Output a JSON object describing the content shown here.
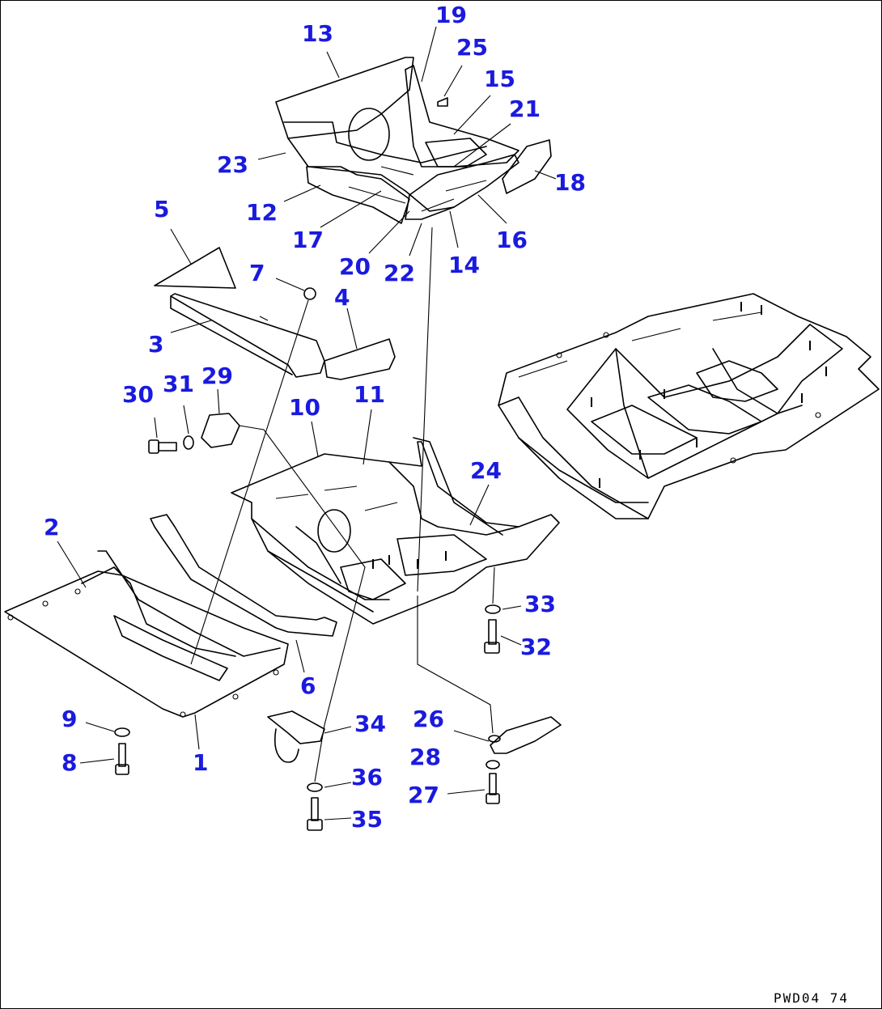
{
  "diagram": {
    "drawing_code": "PWD04 74",
    "callouts": {
      "c1": "1",
      "c2": "2",
      "c3": "3",
      "c4": "4",
      "c5": "5",
      "c6": "6",
      "c7": "7",
      "c8": "8",
      "c9": "9",
      "c10": "10",
      "c11": "11",
      "c12": "12",
      "c13": "13",
      "c14": "14",
      "c15": "15",
      "c16": "16",
      "c17": "17",
      "c18": "18",
      "c19": "19",
      "c20": "20",
      "c21": "21",
      "c22": "22",
      "c23": "23",
      "c24": "24",
      "c25": "25",
      "c26": "26",
      "c27": "27",
      "c28": "28",
      "c29": "29",
      "c30": "30",
      "c31": "31",
      "c32": "32",
      "c33": "33",
      "c34": "34",
      "c35": "35",
      "c36": "36"
    }
  }
}
